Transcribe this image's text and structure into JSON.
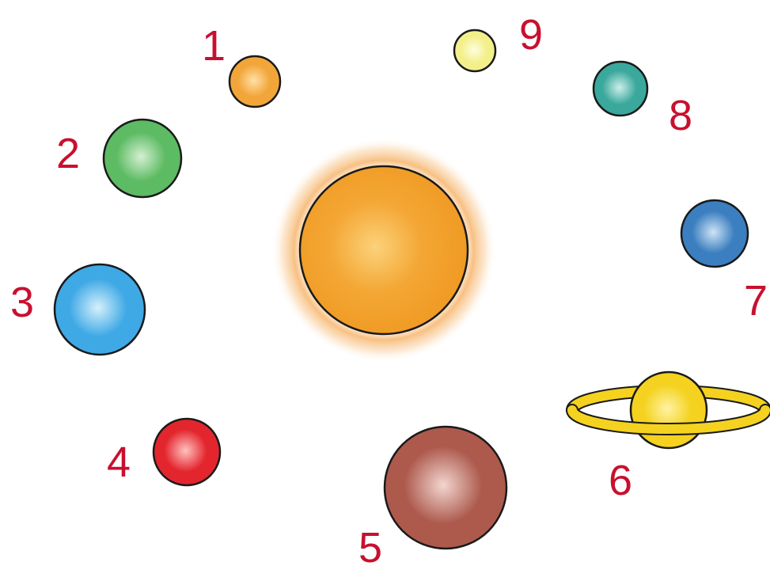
{
  "colors": {
    "label": "#c8102e",
    "outline": "#1a1a1a",
    "sun": "#f2a229",
    "sun_glow": "#f6c58a"
  },
  "sun": {
    "name": "sun",
    "color": "#f2a229"
  },
  "planets": [
    {
      "label": "1",
      "color": "#f2a63a",
      "highlight": "#ffe0a6"
    },
    {
      "label": "2",
      "color": "#5dbb63",
      "highlight": "#d4f0d2"
    },
    {
      "label": "3",
      "color": "#3fa9e6",
      "highlight": "#d6f0fb"
    },
    {
      "label": "4",
      "color": "#e3262e",
      "highlight": "#ffc2c0"
    },
    {
      "label": "5",
      "color": "#ad5a4d",
      "highlight": "#f2d6d0"
    },
    {
      "label": "6",
      "color": "#f4d21f",
      "highlight": "#fff3a3",
      "ring": true
    },
    {
      "label": "7",
      "color": "#3b7fc0",
      "highlight": "#cfe3f6"
    },
    {
      "label": "8",
      "color": "#3aa89c",
      "highlight": "#cdeeea"
    },
    {
      "label": "9",
      "color": "#f3f08c",
      "highlight": "#fffde0"
    }
  ]
}
